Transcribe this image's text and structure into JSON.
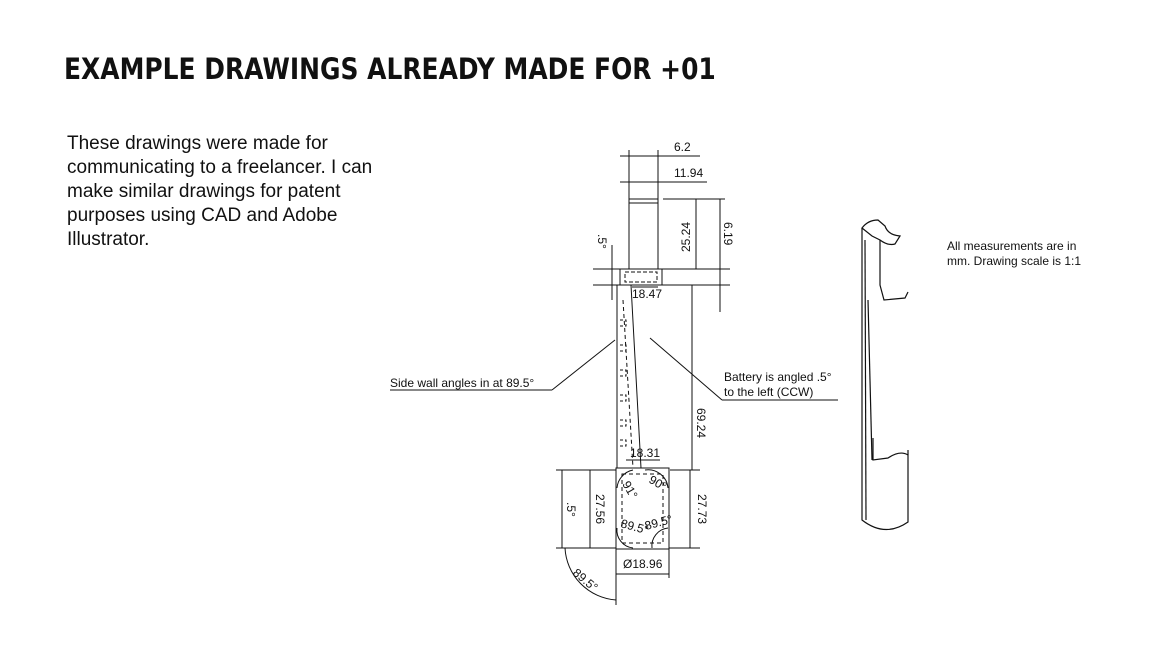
{
  "title": "EXAMPLE DRAWINGS ALREADY MADE FOR +01",
  "description": "These drawings were made for communicating to a freelancer. I can make similar drawings for patent purposes using CAD and Adobe Illustrator.",
  "note": "All measurements are in mm. Drawing scale is 1:1",
  "drawing": {
    "dims": {
      "d_6_2": "6.2",
      "d_11_94": "11.94",
      "d_25_24": "25.24",
      "d_6_19": "6.19",
      "d_05_top": ".5°",
      "d_18_47": "18.47",
      "d_69_24": "69.24",
      "d_18_31": "18.31",
      "d_91": "91°",
      "d_90": "90°",
      "d_27_56": "27.56",
      "d_27_73": "27.73",
      "d_05_left": ".5°",
      "d_89_5_a": "89.5°",
      "d_89_5_b": "89.5°",
      "d_18_96": "Ø18.96",
      "d_89_5_c": "89.5°"
    },
    "callouts": {
      "side_wall": "Side wall angles in at 89.5°",
      "battery_1": "Battery is angled .5°",
      "battery_2": "to the left (CCW)"
    }
  }
}
